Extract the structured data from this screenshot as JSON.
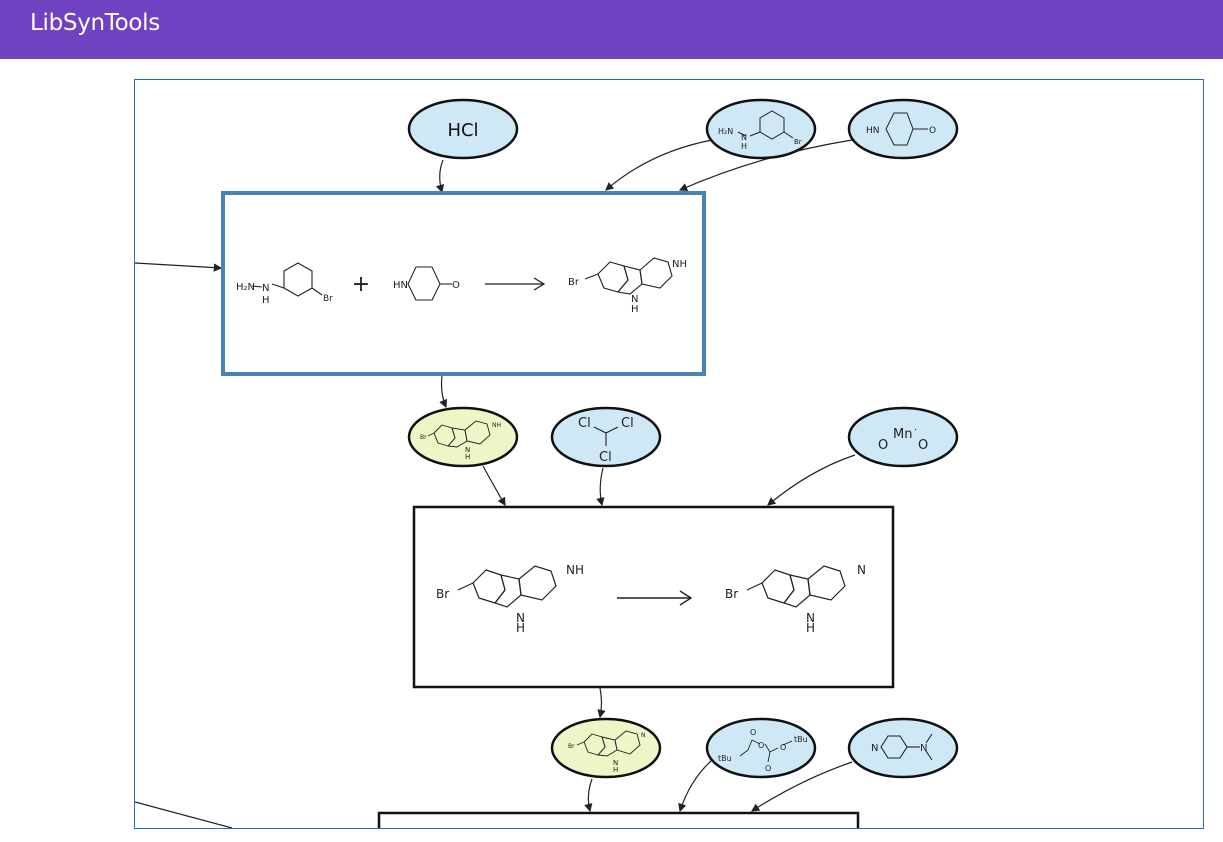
{
  "app": {
    "title": "LibSynTools"
  },
  "colors": {
    "header": "#6f42c1",
    "reagent_node": "#cfe8f5",
    "intermediate_node": "#eef5c6",
    "selected_reaction_border": "#4a82b8",
    "frame_border": "#1f6fd1"
  },
  "reagents": {
    "hcl": "HCl",
    "chcl3": {
      "cl1": "Cl",
      "cl2": "Cl",
      "cl3": "Cl"
    },
    "mno2": {
      "mn": "Mn",
      "o1": "O",
      "o2": "O"
    },
    "boc2o": {
      "tbu1": "tBu",
      "tbu2": "tBu",
      "o": "O"
    },
    "dmap": {
      "n1": "N",
      "n2": "N"
    }
  },
  "reaction1": {
    "reactant1": {
      "nh2": "H₂N",
      "nh": "N",
      "h": "H",
      "br": "Br"
    },
    "plus": "+",
    "reactant2": {
      "hn": "HN",
      "o": "O"
    },
    "product": {
      "br": "Br",
      "nh": "NH",
      "n": "N",
      "h": "H"
    }
  },
  "reaction2": {
    "reactant": {
      "br": "Br",
      "nh": "NH",
      "n": "N",
      "h": "H"
    },
    "product": {
      "br": "Br",
      "n": "N",
      "nh": "N",
      "h": "H"
    }
  }
}
